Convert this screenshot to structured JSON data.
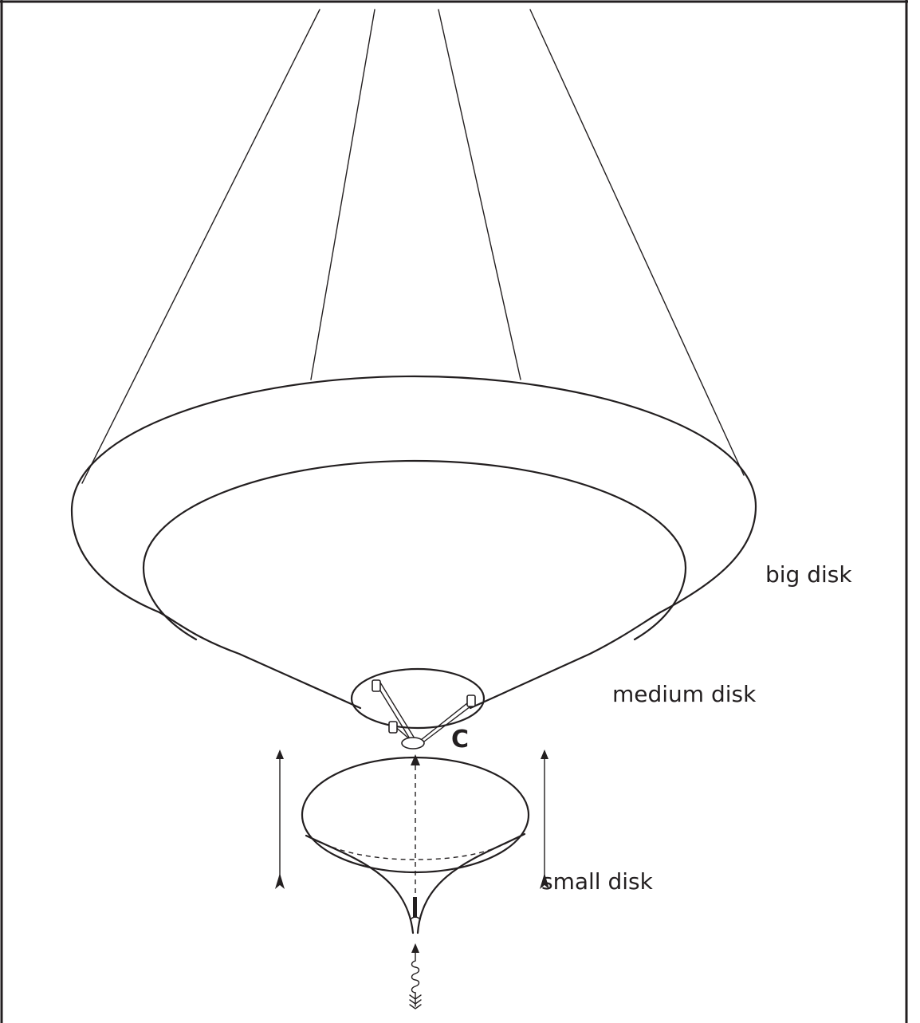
{
  "labels": {
    "big_disk": "big disk",
    "medium_disk": "medium disk",
    "small_disk": "small disk",
    "point_c": "C"
  },
  "colors": {
    "line": "#231f20",
    "background": "#ffffff"
  },
  "icons": {
    "arrow_left": "upward-arrow-icon",
    "arrow_right": "upward-arrow-icon",
    "spring": "spring-icon",
    "fletched_arrow": "arrow-tail-icon"
  }
}
